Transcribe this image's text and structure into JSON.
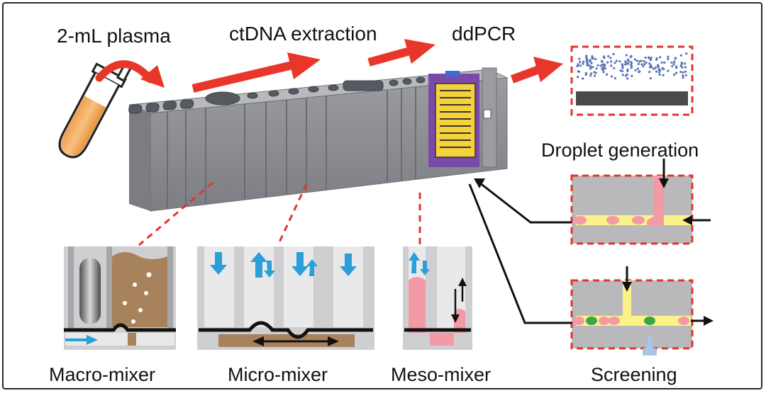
{
  "labels": {
    "plasma": "2-mL plasma",
    "extraction": "ctDNA extraction",
    "ddpcr": "ddPCR",
    "droplet_generation": "Droplet generation",
    "macro_mixer": "Macro-mixer",
    "micro_mixer": "Micro-mixer",
    "meso_mixer": "Meso-mixer",
    "screening": "Screening"
  },
  "colors": {
    "arrow_red": "#e8372a",
    "dashed_red": "#e0352b",
    "cartridge_gray": "#8f9196",
    "flow_blue": "#2a9fd8",
    "droplet_pink": "#f29aa6",
    "oil_yellow": "#fbf28a",
    "positive_green": "#3aa64a",
    "heater_yellow": "#f5d23c",
    "chip_purple": "#8a4fb5",
    "mixing_brown": "#a8825c",
    "plasma_orange": "#f5a55a"
  }
}
